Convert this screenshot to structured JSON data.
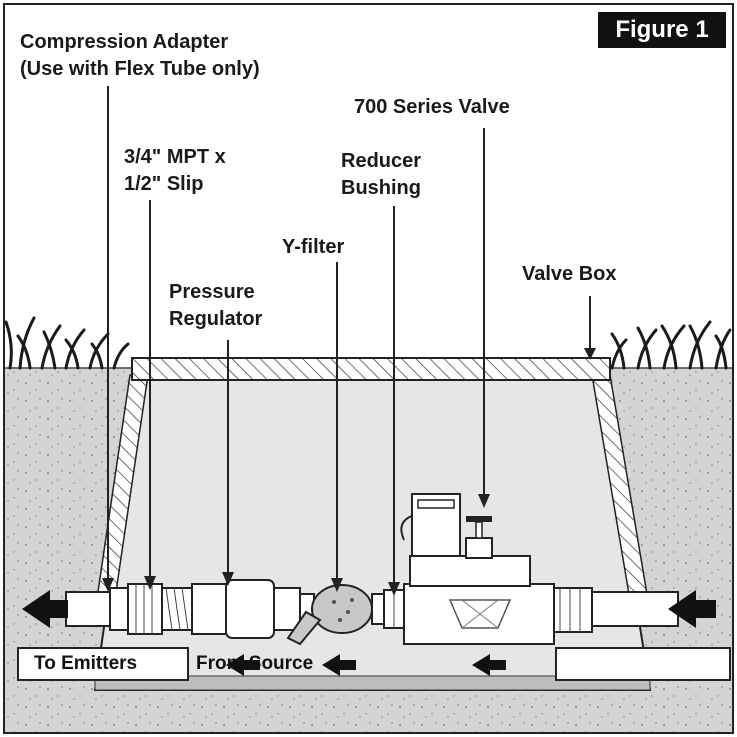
{
  "figure": {
    "badge": "Figure 1"
  },
  "labels": {
    "compression_adapter_line1": "Compression Adapter",
    "compression_adapter_line2": "(Use with Flex Tube only)",
    "mpt_slip_line1": "3/4\" MPT x",
    "mpt_slip_line2": "1/2\" Slip",
    "valve": "700 Series Valve",
    "reducer_line1": "Reducer",
    "reducer_line2": "Bushing",
    "yfilter": "Y-filter",
    "valve_box": "Valve Box",
    "pressure_line1": "Pressure",
    "pressure_line2": "Regulator"
  },
  "captions": {
    "to_emitters": "To Emitters",
    "from_source": "From Source"
  },
  "colors": {
    "soil": "#d6d6d6",
    "box_interior": "#e6e6e6",
    "outline": "#1e1e1e",
    "pipe": "#ffffff",
    "flow_arrow": "#111111",
    "badge_bg": "#111111"
  }
}
